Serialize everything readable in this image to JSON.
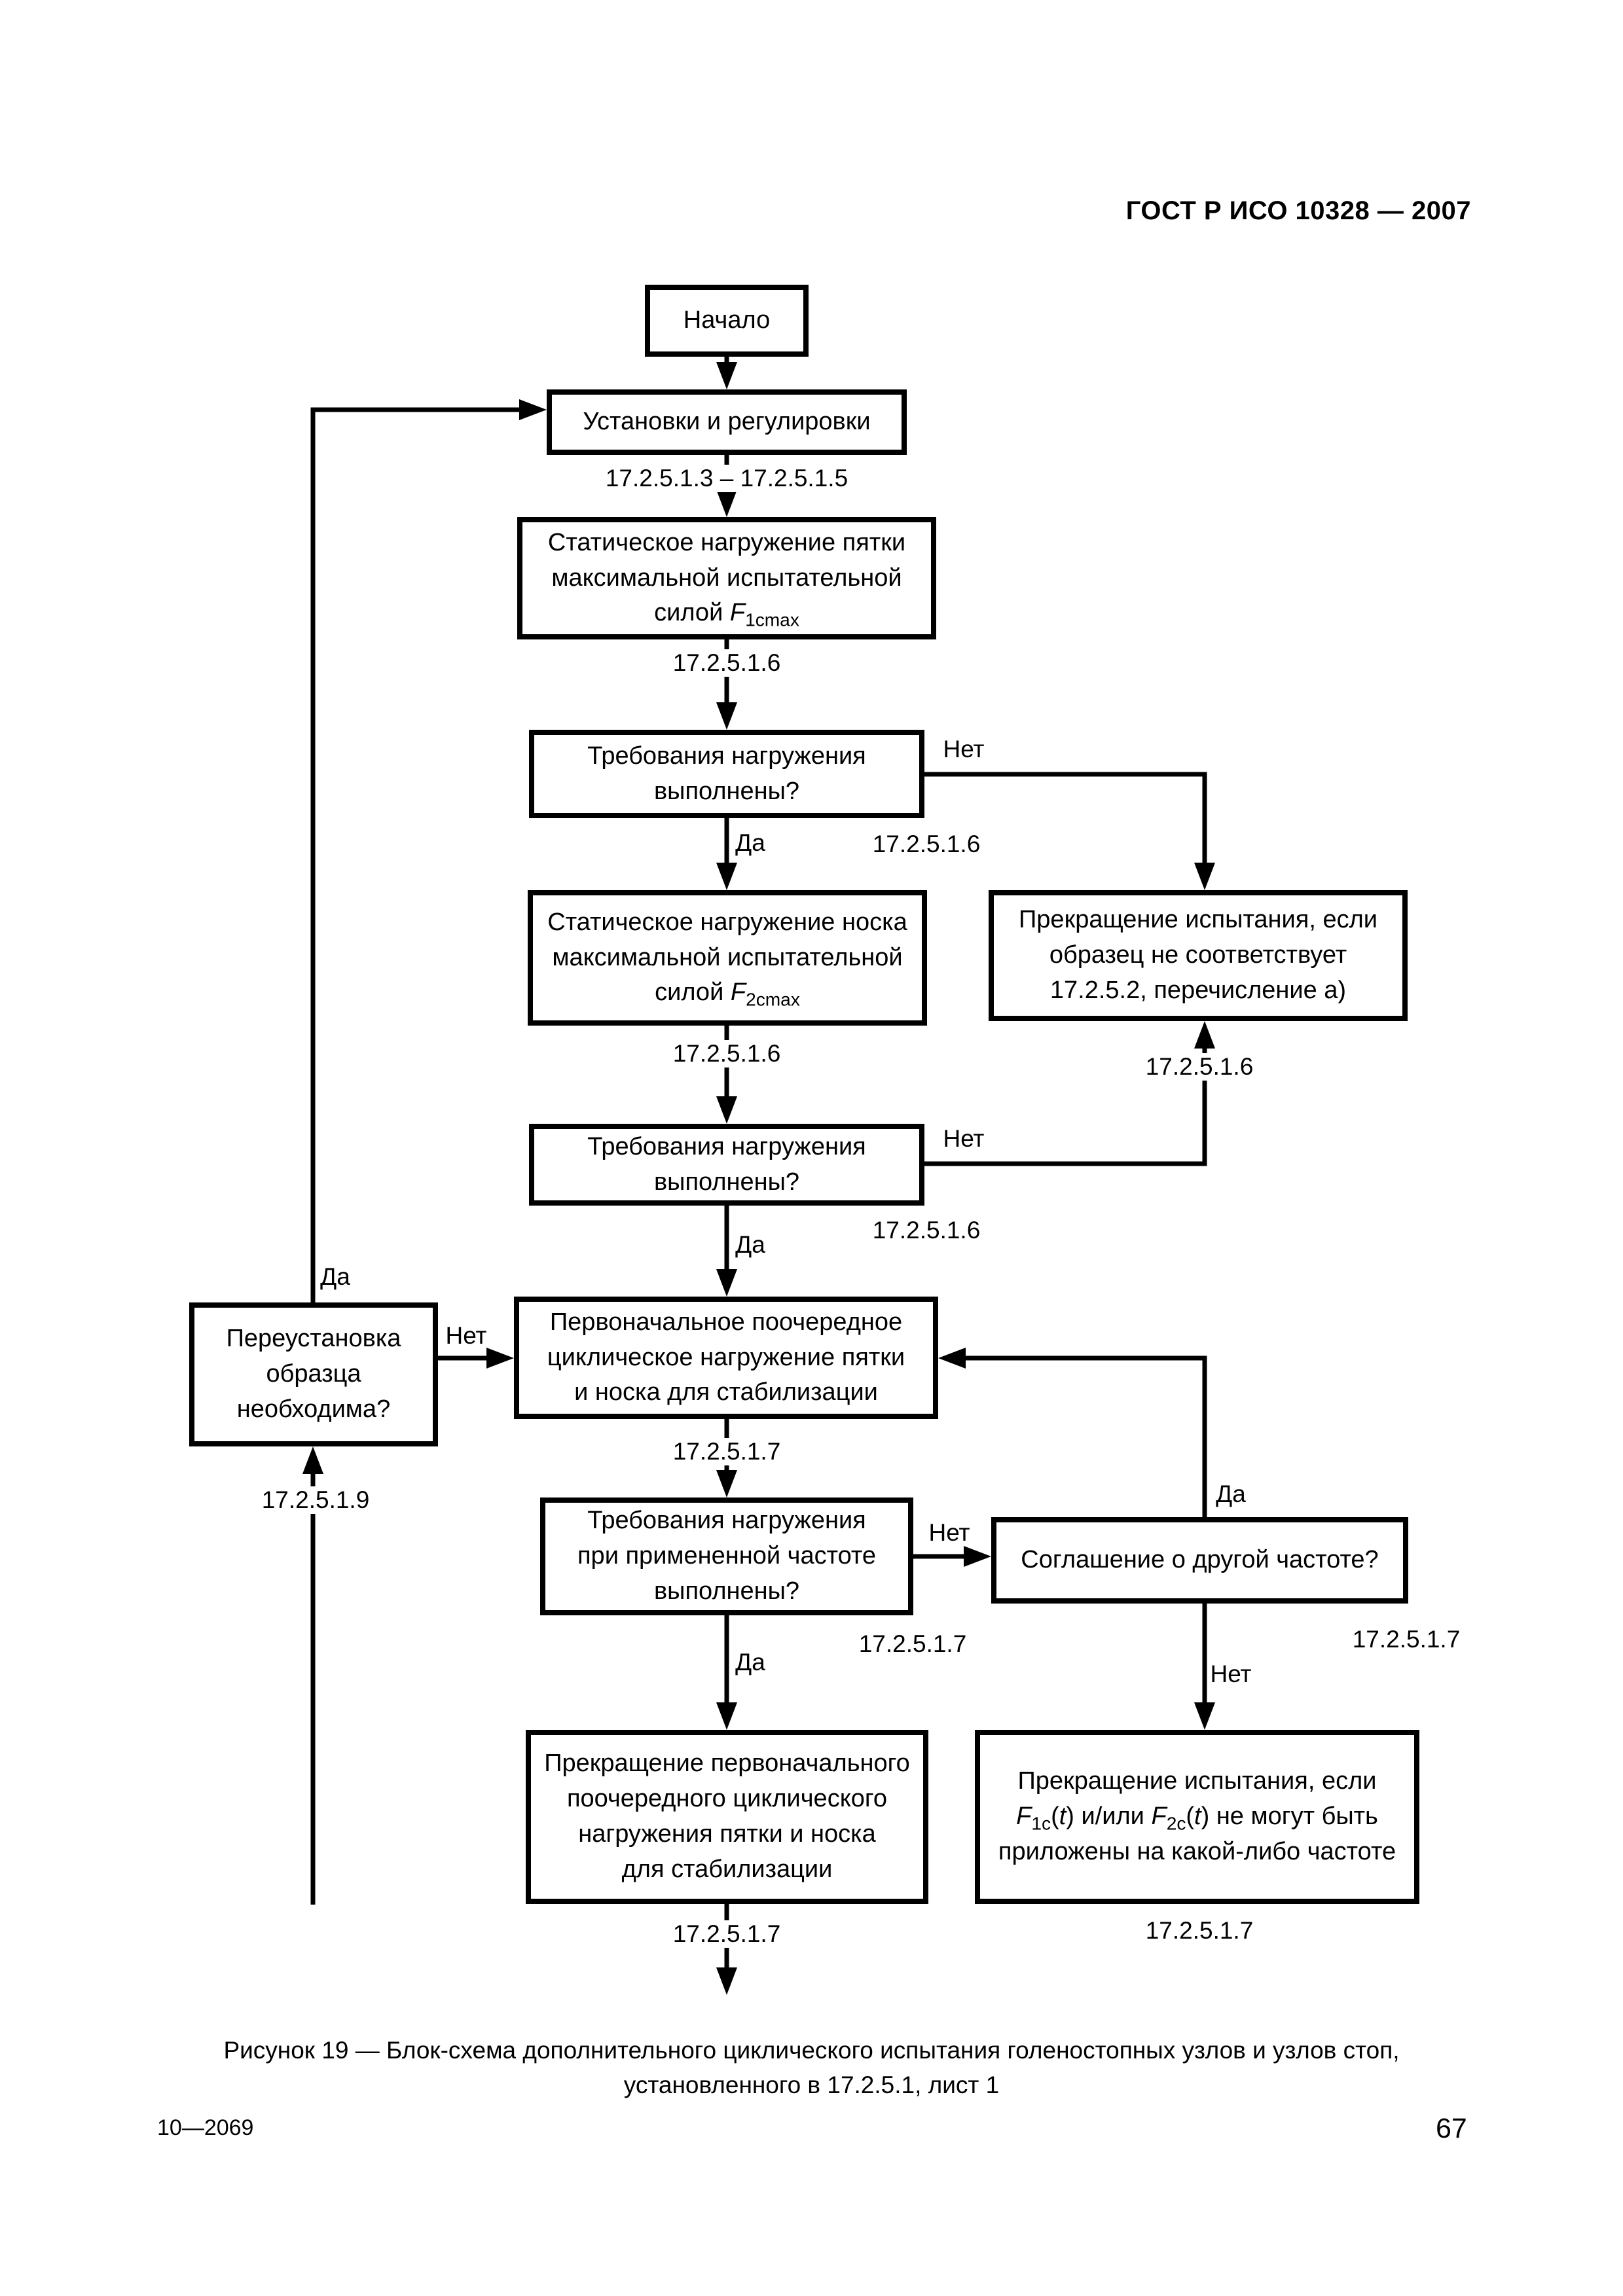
{
  "page": {
    "header": "ГОСТ Р ИСО 10328 — 2007",
    "caption_line1": "Рисунок 19 — Блок-схема дополнительного циклического испытания голеностопных узлов и узлов стоп,",
    "caption_line2": "установленного в 17.2.5.1, лист 1",
    "footer_left": "10—2069",
    "page_number": "67"
  },
  "labels": {
    "yes": "Да",
    "no": "Нет"
  },
  "refs": {
    "setup": "17.2.5.1.3 – 17.2.5.1.5",
    "static": "17.2.5.1.6",
    "cyclic": "17.2.5.1.7",
    "reinstall": "17.2.5.1.9"
  },
  "nodes": {
    "start": {
      "lines": [
        [
          {
            "t": "Начало"
          }
        ]
      ]
    },
    "setup": {
      "lines": [
        [
          {
            "t": "Установки и регулировки"
          }
        ]
      ]
    },
    "static_heel": {
      "lines": [
        [
          {
            "t": "Статическое нагружение пятки"
          }
        ],
        [
          {
            "t": "максимальной испытательной"
          }
        ],
        [
          {
            "t": "силой "
          },
          {
            "t": "F",
            "i": true
          },
          {
            "t": "1cmax",
            "sub": true
          }
        ]
      ]
    },
    "check_load_1": {
      "lines": [
        [
          {
            "t": "Требования нагружения"
          }
        ],
        [
          {
            "t": "выполнены?"
          }
        ]
      ]
    },
    "static_toe": {
      "lines": [
        [
          {
            "t": "Статическое нагружение носка"
          }
        ],
        [
          {
            "t": "максимальной испытательной"
          }
        ],
        [
          {
            "t": "силой "
          },
          {
            "t": "F",
            "i": true
          },
          {
            "t": "2cmax",
            "sub": true
          }
        ]
      ]
    },
    "terminate_static": {
      "lines": [
        [
          {
            "t": "Прекращение испытания, если"
          }
        ],
        [
          {
            "t": "образец не соответствует"
          }
        ],
        [
          {
            "t": "17.2.5.2, перечисление а)"
          }
        ]
      ]
    },
    "check_load_2": {
      "lines": [
        [
          {
            "t": "Требования нагружения"
          }
        ],
        [
          {
            "t": "выполнены?"
          }
        ]
      ]
    },
    "reinstall": {
      "lines": [
        [
          {
            "t": "Переустановка"
          }
        ],
        [
          {
            "t": "образца"
          }
        ],
        [
          {
            "t": "необходима?"
          }
        ]
      ]
    },
    "initial_cyclic": {
      "lines": [
        [
          {
            "t": "Первоначальное поочередное"
          }
        ],
        [
          {
            "t": "циклическое нагружение пятки"
          }
        ],
        [
          {
            "t": "и носка для стабилизации"
          }
        ]
      ]
    },
    "check_frequency": {
      "lines": [
        [
          {
            "t": "Требования нагружения"
          }
        ],
        [
          {
            "t": "при примененной частоте"
          }
        ],
        [
          {
            "t": "выполнены?"
          }
        ]
      ]
    },
    "agree_frequency": {
      "lines": [
        [
          {
            "t": "Соглашение о другой частоте?"
          }
        ]
      ]
    },
    "stop_cyclic": {
      "lines": [
        [
          {
            "t": "Прекращение первоначального"
          }
        ],
        [
          {
            "t": "поочередного циклического"
          }
        ],
        [
          {
            "t": "нагружения пятки и носка"
          }
        ],
        [
          {
            "t": "для стабилизации"
          }
        ]
      ]
    },
    "terminate_frequency": {
      "lines": [
        [
          {
            "t": "Прекращение испытания, если"
          }
        ],
        [
          {
            "t": "F",
            "i": true
          },
          {
            "t": "1c",
            "sub": true
          },
          {
            "t": "("
          },
          {
            "t": "t",
            "i": true
          },
          {
            "t": ") и/или "
          },
          {
            "t": "F",
            "i": true
          },
          {
            "t": "2c",
            "sub": true
          },
          {
            "t": "("
          },
          {
            "t": "t",
            "i": true
          },
          {
            "t": ") не могут быть"
          }
        ],
        [
          {
            "t": "приложены на какой-либо частоте"
          }
        ]
      ]
    }
  }
}
